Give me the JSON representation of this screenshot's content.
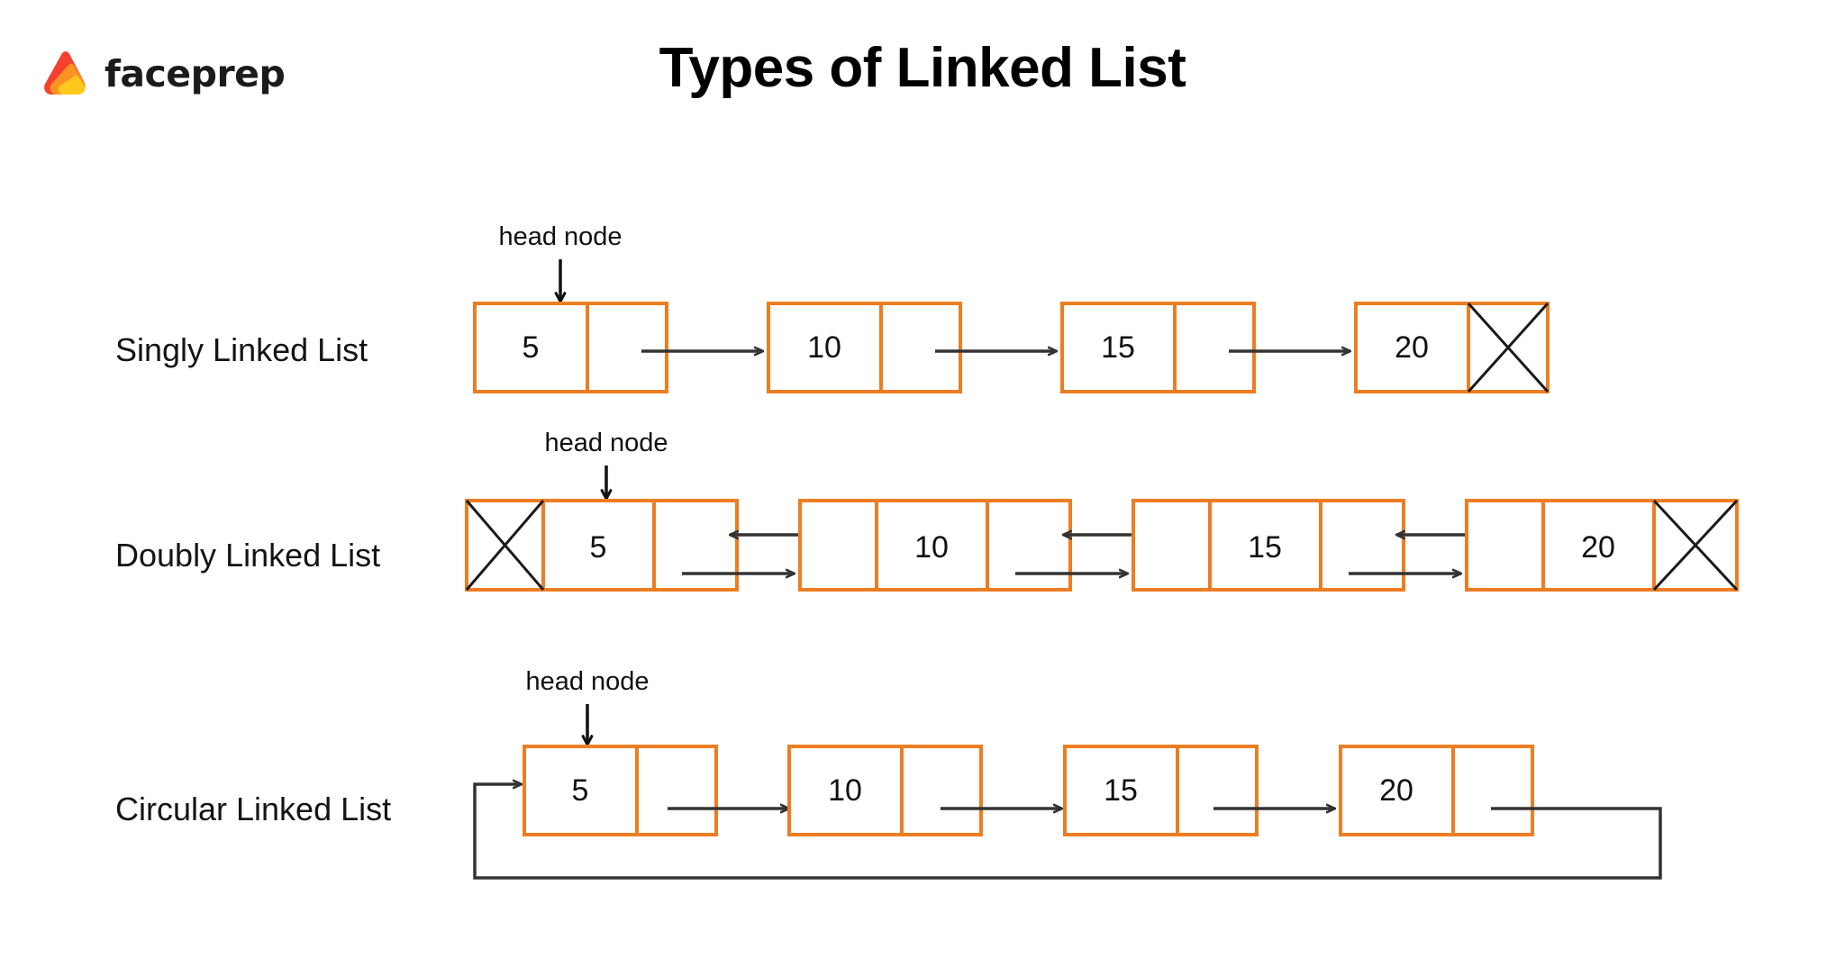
{
  "brand": {
    "name": "faceprep",
    "logo_icon": "faceprep-triangle-logo",
    "colors": {
      "red": "#F4402E",
      "orange": "#FB9224",
      "yellow": "#FFC91B"
    }
  },
  "header": {
    "title": "Types of Linked List"
  },
  "theme": {
    "node_border": "#ED7D22",
    "arrow": "#333333",
    "text": "#111111",
    "background": "#FFFFFF"
  },
  "diagram": {
    "head_label": "head node",
    "null_marker": "X",
    "rows": [
      {
        "id": "singly",
        "label": "Singly Linked List",
        "type": "singly",
        "cells_per_node": [
          "data",
          "next"
        ],
        "values": [
          5,
          10,
          15,
          20
        ],
        "head_points_to": 0,
        "tail_null": true,
        "null_cell": "next",
        "arrow_directions": [
          "right",
          "right",
          "right"
        ]
      },
      {
        "id": "doubly",
        "label": "Doubly Linked List",
        "type": "doubly",
        "cells_per_node": [
          "prev",
          "data",
          "next"
        ],
        "values": [
          5,
          10,
          15,
          20
        ],
        "head_points_to": 0,
        "head_null": true,
        "tail_null": true,
        "null_cells": [
          "prev-of-first",
          "next-of-last"
        ],
        "arrow_directions": [
          "left",
          "right"
        ]
      },
      {
        "id": "circular",
        "label": "Circular Linked List",
        "type": "circular",
        "cells_per_node": [
          "data",
          "next"
        ],
        "values": [
          5,
          10,
          15,
          20
        ],
        "head_points_to": 0,
        "tail_null": false,
        "wraps_to_head": true,
        "arrow_directions": [
          "right",
          "right",
          "right",
          "wrap-around"
        ]
      }
    ]
  }
}
